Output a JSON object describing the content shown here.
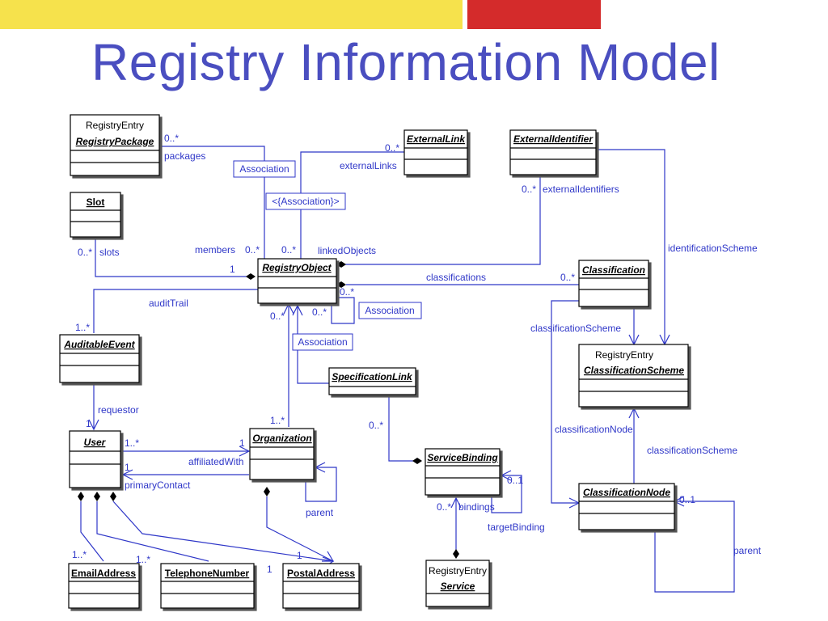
{
  "title": "Registry Information Model",
  "colors": {
    "title": "#4a4ec0",
    "accent_yellow": "#f6e24c",
    "accent_red": "#d42b2b",
    "connector": "#2f37c8"
  },
  "classes": {
    "registry_package": {
      "stereotype": "RegistryEntry",
      "name": "RegistryPackage"
    },
    "external_link": {
      "name": "ExternalLink"
    },
    "external_identifier": {
      "name": "ExternalIdentifier"
    },
    "slot": {
      "name": "Slot"
    },
    "registry_object": {
      "name": "RegistryObject"
    },
    "classification": {
      "name": "Classification"
    },
    "auditable_event": {
      "name": "AuditableEvent"
    },
    "classification_scheme": {
      "stereotype": "RegistryEntry",
      "name": "ClassificationScheme"
    },
    "specification_link": {
      "name": "SpecificationLink"
    },
    "user": {
      "name": "User"
    },
    "organization": {
      "name": "Organization"
    },
    "service_binding": {
      "name": "ServiceBinding"
    },
    "classification_node": {
      "name": "ClassificationNode"
    },
    "email_address": {
      "name": "EmailAddress"
    },
    "telephone_number": {
      "name": "TelephoneNumber"
    },
    "postal_address": {
      "name": "PostalAddress"
    },
    "service": {
      "stereotype": "RegistryEntry",
      "name": "Service"
    }
  },
  "association_boxes": {
    "assoc1": "Association",
    "assoc2": "<{Association}>",
    "assoc3": "Association",
    "assoc4": "Association"
  },
  "labels": {
    "pkg_mult": "0..*",
    "packages": "packages",
    "extlink_mult": "0..*",
    "external_links": "externalLinks",
    "extid_mult": "0..*",
    "external_identifiers": "externalIdentifiers",
    "identification_scheme": "identificationScheme",
    "slot_mult": "0..*",
    "slots": "slots",
    "members": "members",
    "members_mult": "0..*",
    "linked_mult": "0..*",
    "linked_objects": "linkedObjects",
    "ro_one": "1",
    "classifications": "classifications",
    "class_mult": "0..*",
    "audit_trail": "auditTrail",
    "ro_self_mult1": "0..*",
    "ro_self_mult2": "0..*",
    "ro_mult_left": "0..*",
    "audit_mult": "1..*",
    "classification_scheme_label": "classificationScheme",
    "requestor": "requestor",
    "requestor_mult": "1",
    "org_mult_top": "1..*",
    "speclink_mult": "0..*",
    "classification_node_label": "classificationNode",
    "classification_scheme_label2": "classificationScheme",
    "user_mult": "1..*",
    "org_mult_one": "1",
    "affiliated_with": "affiliatedWith",
    "primary_contact_mult": "1",
    "primary_contact": "primaryContact",
    "sb_self_mult": "0..1",
    "parent_org": "parent",
    "bindings_mult": "0..*",
    "bindings": "bindings",
    "target_binding": "targetBinding",
    "cn_self_mult": "0..1",
    "parent_cn": "parent",
    "email_mult": "1..*",
    "phone_mult": "1..*",
    "postal_one_a": "1",
    "postal_one_b": "1"
  }
}
